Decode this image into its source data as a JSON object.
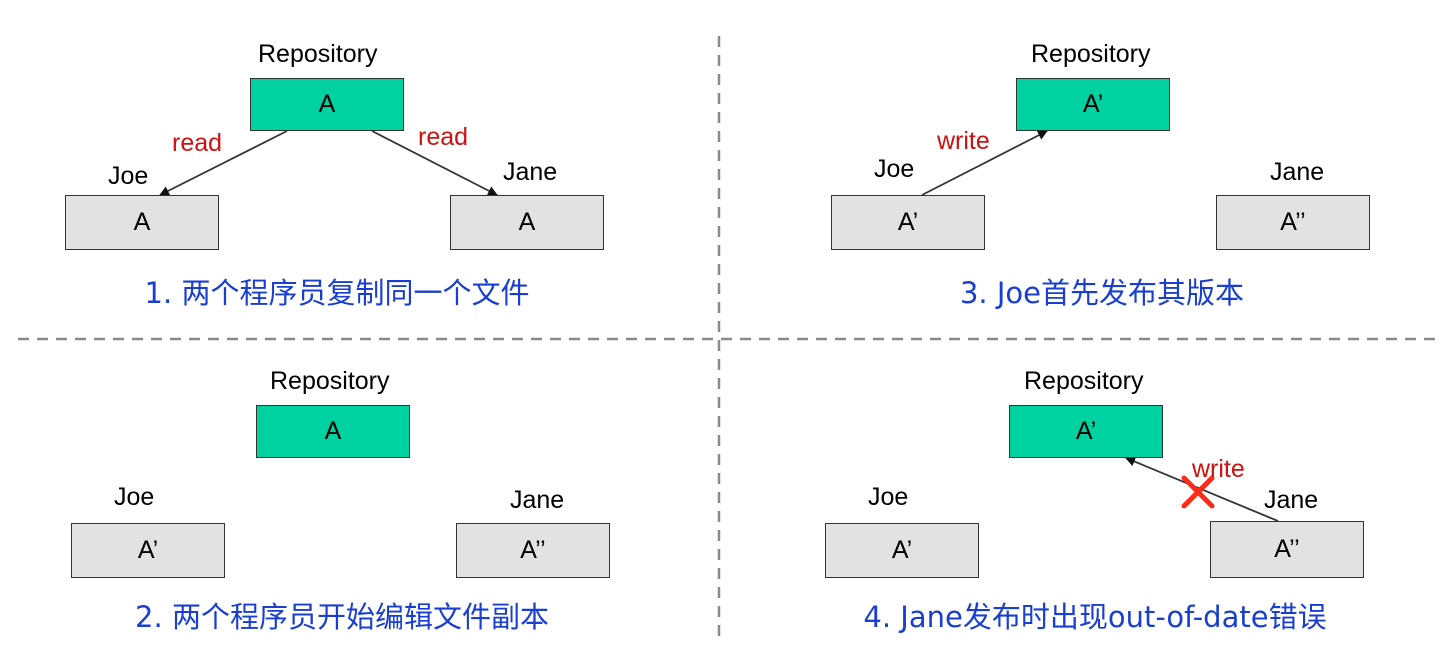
{
  "panels": [
    {
      "repository_label": "Repository",
      "repository_value": "A",
      "joe_label": "Joe",
      "joe_value": "A",
      "jane_label": "Jane",
      "jane_value": "A",
      "left_arrow_label": "read",
      "right_arrow_label": "read",
      "caption": "1. 两个程序员复制同一个文件"
    },
    {
      "repository_label": "Repository",
      "repository_value": "A",
      "joe_label": "Joe",
      "joe_value": "A’",
      "jane_label": "Jane",
      "jane_value": "A’’",
      "caption": "2. 两个程序员开始编辑文件副本"
    },
    {
      "repository_label": "Repository",
      "repository_value": "A’",
      "joe_label": "Joe",
      "joe_value": "A’",
      "jane_label": "Jane",
      "jane_value": "A’’",
      "arrow_label": "write",
      "caption": "3. Joe首先发布其版本"
    },
    {
      "repository_label": "Repository",
      "repository_value": "A’",
      "joe_label": "Joe",
      "joe_value": "A’",
      "jane_label": "Jane",
      "jane_value": "A’’",
      "arrow_label": "write",
      "caption": "4. Jane发布时出现out-of-date错误"
    }
  ],
  "colors": {
    "repository_fill": "#00d1a0",
    "copy_fill": "#e2e2e2",
    "action_label": "#cc1111",
    "caption": "#1a3fd0",
    "error_mark": "#ff2a1a"
  }
}
